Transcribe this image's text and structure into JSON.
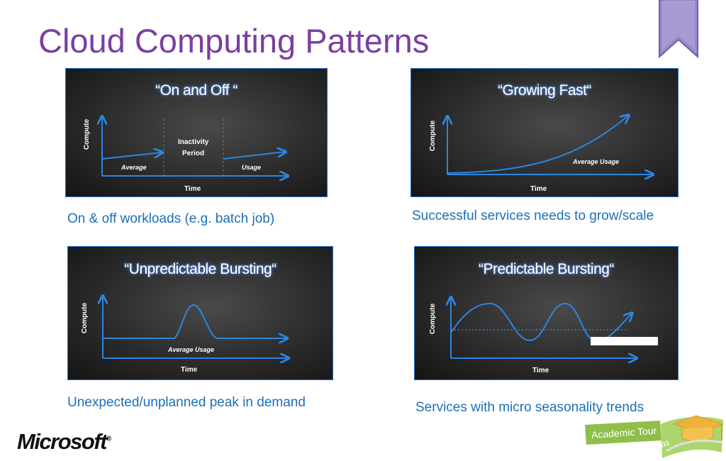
{
  "slide": {
    "title": "Cloud Computing Patterns",
    "logo_text": "Microsoft",
    "badge": {
      "text": "Academic Tour",
      "year": "2011"
    }
  },
  "panels": [
    {
      "title": "“On and Off “",
      "xlabel": "Time",
      "ylabel": "Compute",
      "labels": {
        "inactivity_line1": "Inactivity",
        "inactivity_line2": "Period",
        "average": "Average",
        "usage": "Usage"
      },
      "caption": "On & off workloads (e.g. batch job)"
    },
    {
      "title": "“Growing Fast“",
      "xlabel": "Time",
      "ylabel": "Compute",
      "labels": {
        "average_usage": "Average Usage"
      },
      "caption": "Successful services needs to grow/scale"
    },
    {
      "title": "“Unpredictable Bursting“",
      "xlabel": "Time",
      "ylabel": "Compute",
      "labels": {
        "average_usage": "Average Usage"
      },
      "caption": "Unexpected/unplanned peak in demand"
    },
    {
      "title": "“Predictable Bursting“",
      "xlabel": "Time",
      "ylabel": "Compute",
      "labels": {},
      "caption": "Services with micro seasonality trends"
    }
  ],
  "colors": {
    "title": "#7b3fa0",
    "caption": "#1d6fb8",
    "curve": "#1f7ad6",
    "panel_border": "#1d6fc7",
    "bookmark": "#9c89c9"
  }
}
